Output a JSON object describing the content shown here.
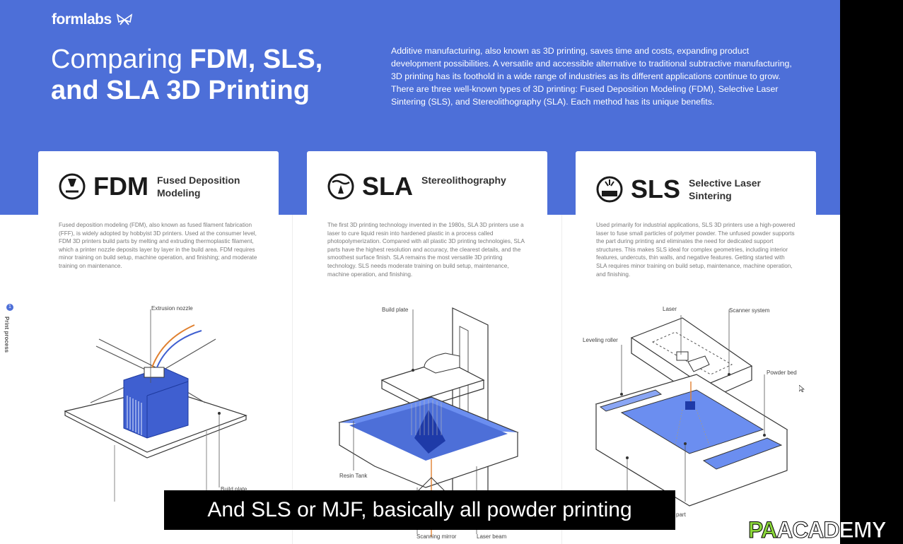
{
  "header": {
    "logo": "formlabs",
    "title_light": "Comparing",
    "title_bold_1": "FDM, SLS,",
    "title_bold_2": "and SLA 3D Printing",
    "intro": "Additive manufacturing, also known as 3D printing, saves time and costs, expanding product development possibilities. A versatile and accessible alternative to traditional subtractive manufacturing, 3D printing has its foothold in a wide range of industries as its different applications continue to grow. There are three well-known types of 3D printing: Fused Deposition Modeling (FDM), Selective Laser Sintering (SLS), and Stereolithography (SLA). Each method has its unique benefits."
  },
  "cards": [
    {
      "abbr": "FDM",
      "full_1": "Fused Deposition",
      "full_2": "Modeling",
      "description": "Fused deposition modeling (FDM), also known as fused filament fabrication (FFF), is widely adopted by hobbyist 3D printers. Used at the consumer level, FDM 3D printers build parts by melting and extruding thermoplastic filament, which a printer nozzle deposits layer by layer in the build area. FDM requires minor training on build setup, machine operation, and finishing; and moderate training on maintenance.",
      "labels": {
        "nozzle": "Extrusion nozzle",
        "plate": "Build plate"
      }
    },
    {
      "abbr": "SLA",
      "full_1": "Stereolithography",
      "full_2": "",
      "description": "The first 3D printing technology invented in the 1980s, SLA 3D printers use a laser to cure liquid resin into hardened plastic in a process called photopolymerization. Compared with all plastic 3D printing technologies, SLA parts have the highest resolution and accuracy, the clearest details, and the smoothest surface finish. SLA remains the most versatile 3D printing technology. SLS needs moderate training on build setup, maintenance, machine operation, and finishing.",
      "labels": {
        "plate": "Build plate",
        "tank": "Resin Tank",
        "mirror": "Scanning mirror",
        "beam": "Laser beam"
      }
    },
    {
      "abbr": "SLS",
      "full_1": "Selective Laser",
      "full_2": "Sintering",
      "description": "Used primarily for industrial applications, SLS 3D printers use a high-powered laser to fuse small particles of polymer powder. The unfused powder supports the part during printing and eliminates the need for dedicated support structures. This makes SLS ideal for complex geometries, including interior features, undercuts, thin walls, and negative features. Getting started with SLA requires minor training on build setup, maintenance, machine operation, and finishing.",
      "labels": {
        "laser": "Laser",
        "scanner": "Scanner system",
        "roller": "Leveling roller",
        "bed": "Powder bed",
        "part": "part"
      }
    }
  ],
  "sidebar": {
    "step": "1",
    "label": "Print process"
  },
  "subtitle": "And SLS or MJF, basically all powder printing",
  "watermark": {
    "pa": "PA",
    "rest": "ACADEMY"
  },
  "colors": {
    "brand_blue": "#4d6fd8",
    "accent_green": "#8bd63b"
  }
}
